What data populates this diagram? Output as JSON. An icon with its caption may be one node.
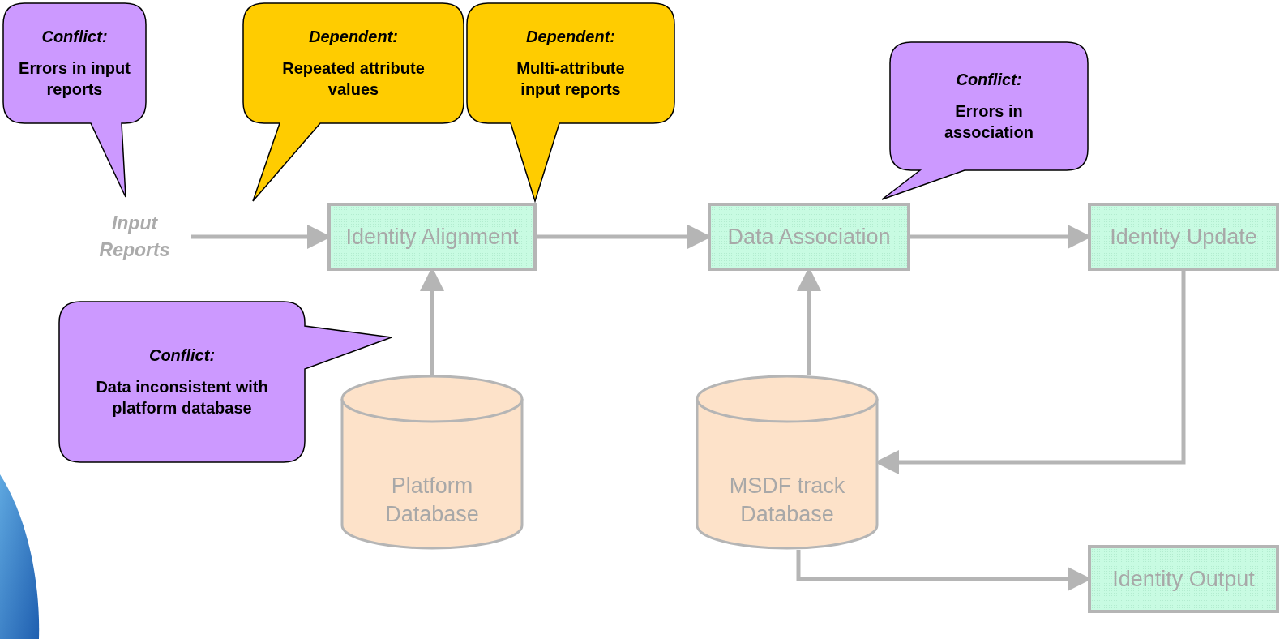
{
  "diagram": {
    "nodes": [
      {
        "text": [
          "Conflict:",
          "Errors in input reports"
        ]
      },
      {
        "text": [
          "Dependent:",
          "Repeated attribute values"
        ]
      },
      {
        "text": [
          "Dependent:",
          "Multi-attribute input reports"
        ]
      },
      {
        "text": [
          "Conflict:",
          "Errors in association"
        ]
      },
      {
        "text": [
          "Input Reports"
        ]
      },
      {
        "text": [
          "Identity Alignment"
        ]
      },
      {
        "text": [
          "Data Association"
        ]
      },
      {
        "text": [
          "Identity Update"
        ]
      },
      {
        "text": [
          "Conflict:",
          "Data inconsistent with platform database"
        ]
      },
      {
        "text": [
          "Platform Database"
        ]
      },
      {
        "text": [
          "MSDF track Database"
        ]
      },
      {
        "text": [
          "Identity Output"
        ]
      }
    ],
    "edges": [
      {
        "from": 4,
        "to": 5,
        "arrow": "to"
      },
      {
        "from": 5,
        "to": 6,
        "arrow": "to"
      },
      {
        "from": 6,
        "to": 7,
        "arrow": "to"
      },
      {
        "from": 9,
        "to": 5,
        "arrow": "to"
      },
      {
        "from": 10,
        "to": 6,
        "arrow": "to"
      },
      {
        "from": 7,
        "to": 10,
        "arrow": "to"
      },
      {
        "from": 10,
        "to": 11,
        "arrow": "to"
      }
    ]
  }
}
